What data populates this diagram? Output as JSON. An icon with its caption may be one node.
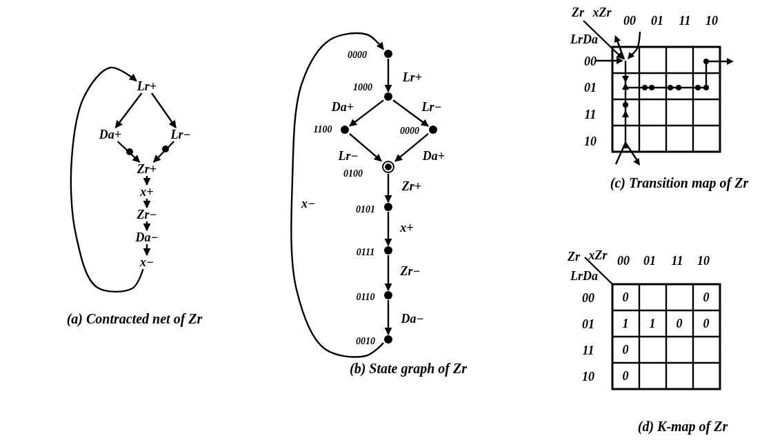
{
  "diagram": {
    "nodes": [
      {
        "text": [
          "Lr+"
        ]
      },
      {
        "text": [
          "Da+"
        ]
      },
      {
        "text": [
          "Lr−"
        ]
      },
      {
        "text": [
          "Zr+"
        ]
      },
      {
        "text": [
          "x+"
        ]
      },
      {
        "text": [
          "Zr−"
        ]
      },
      {
        "text": [
          "Da−"
        ]
      },
      {
        "text": [
          "x−"
        ]
      },
      {
        "text": [],
        "shape": "circle",
        "beside": [
          "0000"
        ]
      },
      {
        "text": [],
        "shape": "circle",
        "beside": [
          "1000"
        ]
      },
      {
        "text": [],
        "shape": "circle",
        "beside": [
          "1100"
        ]
      },
      {
        "text": [],
        "shape": "circle",
        "beside": [
          "0000"
        ]
      },
      {
        "text": [],
        "shape": "circle",
        "beside": [
          "0100"
        ]
      },
      {
        "text": [],
        "shape": "circle",
        "beside": [
          "0101"
        ]
      },
      {
        "text": [],
        "shape": "circle",
        "beside": [
          "0111"
        ]
      },
      {
        "text": [],
        "shape": "circle",
        "beside": [
          "0110"
        ]
      },
      {
        "text": [],
        "shape": "circle",
        "beside": [
          "0010"
        ]
      }
    ],
    "edges": [
      {
        "from": 0,
        "to": 1,
        "arrow": "to"
      },
      {
        "from": 0,
        "to": 2,
        "arrow": "to"
      },
      {
        "from": 1,
        "to": 3,
        "arrow": "to"
      },
      {
        "from": 2,
        "to": 3,
        "arrow": "to"
      },
      {
        "from": 3,
        "to": 4,
        "arrow": "to"
      },
      {
        "from": 4,
        "to": 5,
        "arrow": "to"
      },
      {
        "from": 5,
        "to": 6,
        "arrow": "to"
      },
      {
        "from": 6,
        "to": 7,
        "arrow": "to"
      },
      {
        "from": 7,
        "to": 0,
        "arrow": "to"
      },
      {
        "from": 8,
        "to": 9,
        "arrow": "to",
        "label": "Lr+"
      },
      {
        "from": 9,
        "to": 10,
        "arrow": "to",
        "label": "Da+"
      },
      {
        "from": 9,
        "to": 11,
        "arrow": "to",
        "label": "Lr−"
      },
      {
        "from": 10,
        "to": 12,
        "arrow": "to",
        "label": "Lr−"
      },
      {
        "from": 11,
        "to": 12,
        "arrow": "to",
        "label": "Da+"
      },
      {
        "from": 12,
        "to": 13,
        "arrow": "to",
        "label": "Zr+"
      },
      {
        "from": 13,
        "to": 14,
        "arrow": "to",
        "label": "x+"
      },
      {
        "from": 14,
        "to": 15,
        "arrow": "to",
        "label": "Zr−"
      },
      {
        "from": 15,
        "to": 16,
        "arrow": "to",
        "label": "Da−"
      },
      {
        "from": 16,
        "to": 8,
        "arrow": "to",
        "label": "x−"
      }
    ],
    "labels": [
      "(a) Contracted net of Zr",
      "(b) State graph of Zr",
      "Zr",
      "xZr",
      "00",
      "01",
      "11",
      "10",
      "LrDa",
      "00",
      "01",
      "11",
      "10",
      "(c) Transition map of Zr",
      "Zr",
      "xZr",
      "00",
      "01",
      "11",
      "10",
      "LrDa",
      "00",
      "01",
      "11",
      "10",
      "0",
      "0",
      "1",
      "1",
      "0",
      "0",
      "0",
      "0",
      "(d) K-map of Zr"
    ]
  }
}
